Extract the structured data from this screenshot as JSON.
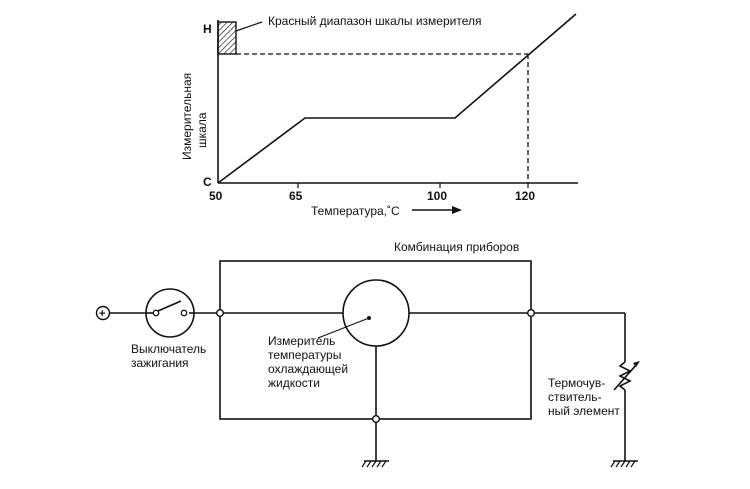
{
  "graph": {
    "y_top_label": "Н",
    "y_bottom_label": "С",
    "y_axis_title_line1": "Измерительная",
    "y_axis_title_line2": "шкала",
    "red_zone_label": "Красный диапазон шкалы измерителя",
    "x_ticks": [
      "50",
      "65",
      "100",
      "120"
    ],
    "x_axis_title": "Температура,˚С"
  },
  "circuit": {
    "instrument_cluster_label": "Комбинация приборов",
    "ignition_switch_line1": "Выключатель",
    "ignition_switch_line2": "зажигания",
    "gauge_line1": "Измеритель",
    "gauge_line2": "температуры",
    "gauge_line3": "охлаждающей",
    "gauge_line4": "жидкости",
    "sensor_line1": "Термочув-",
    "sensor_line2": "ствитель-",
    "sensor_line3": "ный элемент",
    "battery_symbol": "+"
  }
}
